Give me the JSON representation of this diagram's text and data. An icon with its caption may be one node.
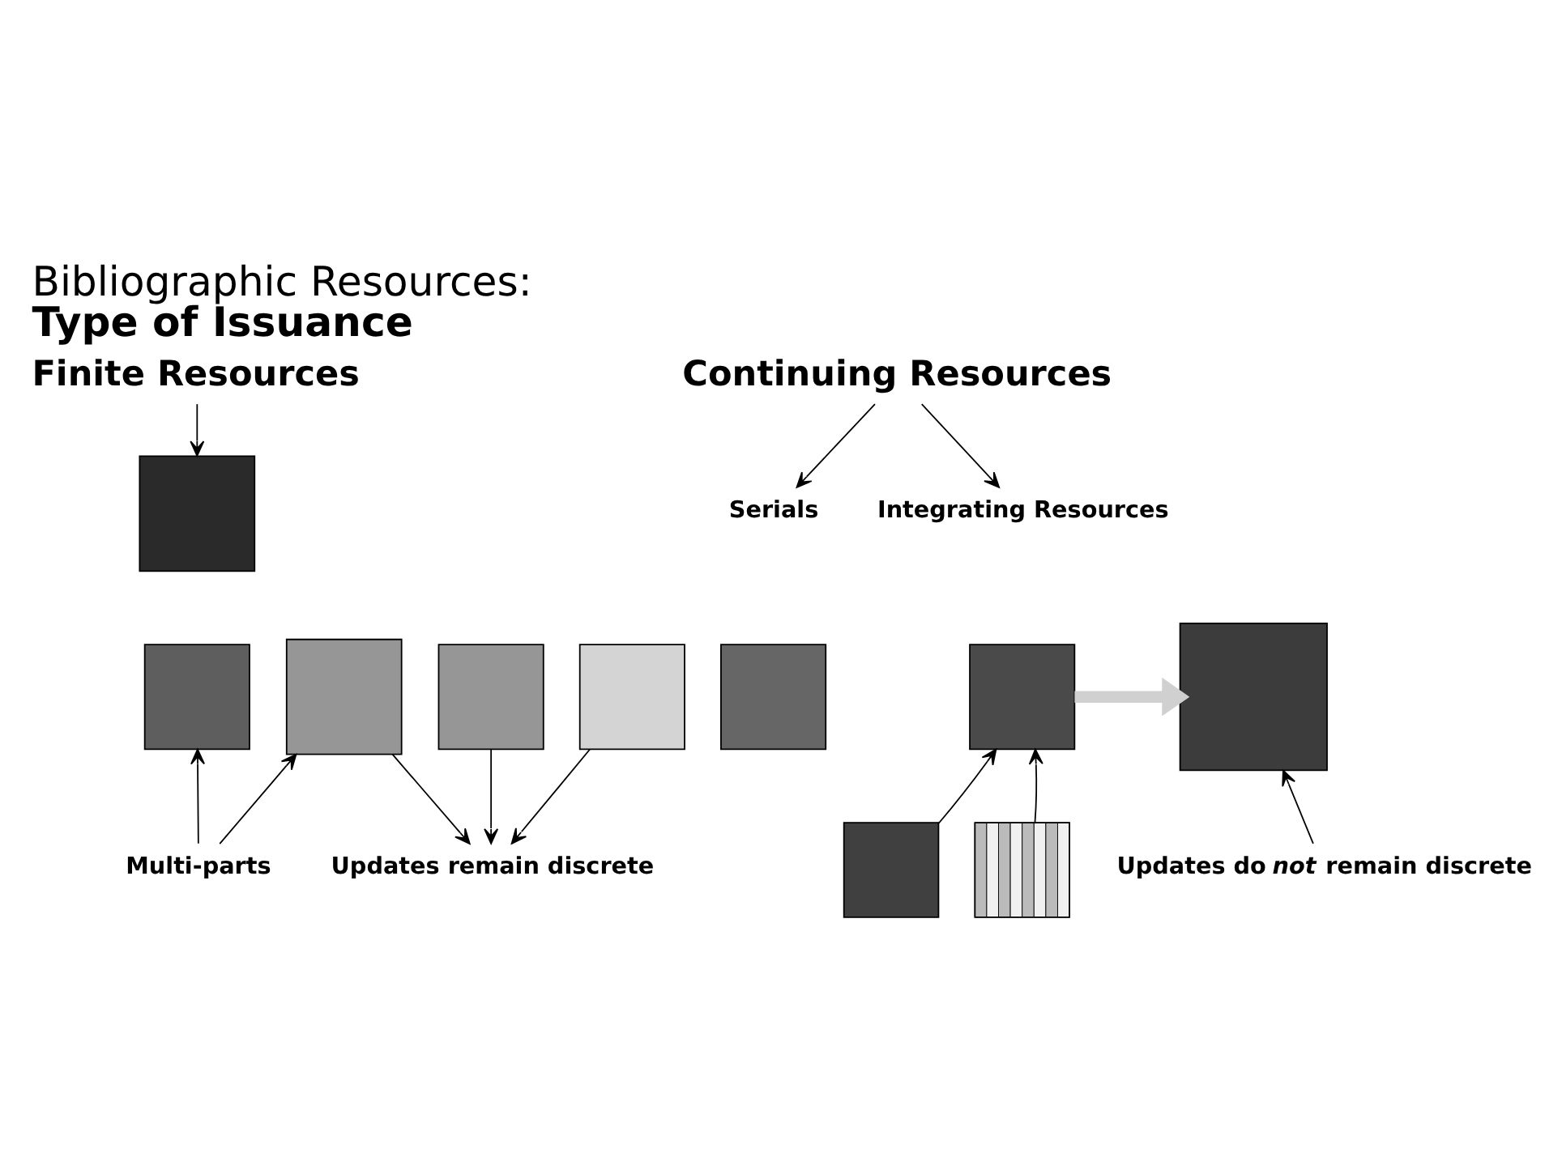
{
  "diagram": {
    "title": "Bibliographic Resources: **Type of Issuance**",
    "nodes": [
      {
        "text": [
          "Finite Resources"
        ]
      },
      {
        "text": [
          "Continuing Resources"
        ]
      },
      {
        "text": [
          "Serials"
        ]
      },
      {
        "text": [
          "Integrating Resources"
        ]
      },
      {
        "text": [],
        "shape": "box"
      },
      {
        "text": [],
        "shape": "box"
      },
      {
        "text": [],
        "shape": "box"
      },
      {
        "text": [
          "Multi-parts"
        ]
      },
      {
        "text": [],
        "shape": "box"
      },
      {
        "text": [],
        "shape": "box"
      },
      {
        "text": [],
        "shape": "box"
      },
      {
        "text": [
          "Updates remain discrete"
        ]
      },
      {
        "text": [],
        "shape": "box"
      },
      {
        "text": [],
        "shape": "box"
      },
      {
        "text": [],
        "shape": "box"
      },
      {
        "text": [],
        "shape": "box"
      },
      {
        "text": [
          "Updates do *not* remain discrete"
        ]
      }
    ],
    "edges": [
      {
        "from": 0,
        "to": 4,
        "arrow": "to"
      },
      {
        "from": 1,
        "to": 2,
        "arrow": "to"
      },
      {
        "from": 1,
        "to": 3,
        "arrow": "to"
      },
      {
        "from": 7,
        "to": 5,
        "arrow": "to"
      },
      {
        "from": 7,
        "to": 6,
        "arrow": "to"
      },
      {
        "from": 6,
        "to": 11,
        "arrow": "to"
      },
      {
        "from": 9,
        "to": 11,
        "arrow": "to"
      },
      {
        "from": 10,
        "to": 11,
        "arrow": "to"
      },
      {
        "from": 13,
        "to": 12,
        "arrow": "to"
      },
      {
        "from": 14,
        "to": 12,
        "arrow": "to"
      },
      {
        "from": 12,
        "to": 15,
        "arrow": "to",
        "style": "thick",
        "color": "#d0d0d0"
      },
      {
        "from": 16,
        "to": 15,
        "arrow": "to"
      }
    ]
  }
}
